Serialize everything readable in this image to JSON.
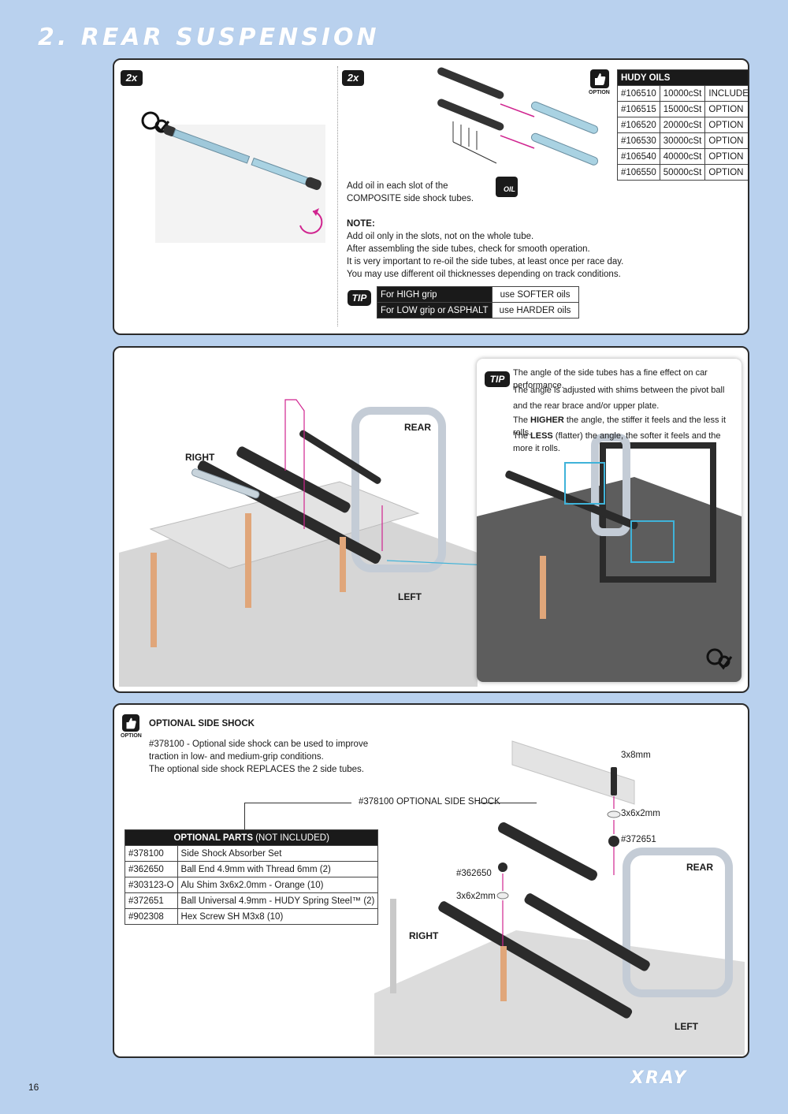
{
  "page": {
    "title": "2. REAR SUSPENSION",
    "page_number": "16",
    "brand": "XRAY"
  },
  "panel1": {
    "left_badge": "2x",
    "right_badge": "2x",
    "oil_label": "OIL",
    "instruction": "Add oil in each slot of the COMPOSITE side shock tubes.",
    "note_title": "NOTE:",
    "note_lines": [
      "Add oil only in the slots, not on the whole tube.",
      "After assembling the side tubes, check for smooth operation.",
      "It is very important to re-oil the side tubes, at least once per race day.",
      "You may use different oil thicknesses depending on track conditions."
    ],
    "tip_label": "TIP",
    "tip_rows": [
      {
        "condition": "For HIGH grip",
        "advice": "use SOFTER oils"
      },
      {
        "condition": "For LOW grip or ASPHALT",
        "advice": "use HARDER oils"
      }
    ],
    "option_label": "OPTION",
    "oils_title": "HUDY OILS",
    "oils": [
      {
        "part": "#106510",
        "visc": "10000cSt",
        "status": "INCLUDED"
      },
      {
        "part": "#106515",
        "visc": "15000cSt",
        "status": "OPTION"
      },
      {
        "part": "#106520",
        "visc": "20000cSt",
        "status": "OPTION"
      },
      {
        "part": "#106530",
        "visc": "30000cSt",
        "status": "OPTION"
      },
      {
        "part": "#106540",
        "visc": "40000cSt",
        "status": "OPTION"
      },
      {
        "part": "#106550",
        "visc": "50000cSt",
        "status": "OPTION"
      }
    ]
  },
  "panel2": {
    "rear_label": "REAR",
    "right_label": "RIGHT",
    "left_label": "LEFT",
    "tip_label": "TIP",
    "tip_line1": "The angle of the side tubes has a fine effect on car performance.",
    "tip_line2": "The angle is adjusted with shims between the pivot ball and the rear brace and/or upper plate.",
    "tip_line3_prefix": "The ",
    "tip_line3_bold": "HIGHER",
    "tip_line3_suffix": " the angle, the stiffer it feels and the less it rolls.",
    "tip_line4_prefix": "The ",
    "tip_line4_bold": "LESS",
    "tip_line4_suffix": " (flatter) the angle, the softer it feels and the more it rolls."
  },
  "panel3": {
    "option_label": "OPTION",
    "title": "OPTIONAL SIDE SHOCK",
    "desc_lines": [
      "#378100 - Optional side shock can be used to improve",
      "traction in low- and medium-grip conditions.",
      "The optional side shock REPLACES the 2 side tubes."
    ],
    "callout_shock": "#378100  OPTIONAL SIDE SHOCK",
    "callout_screw": "3x8mm",
    "callout_shim_top": "3x6x2mm",
    "callout_ball": "#372651",
    "callout_ballend": "#362650",
    "callout_shim_left": "3x6x2mm",
    "rear_label": "REAR",
    "right_label": "RIGHT",
    "left_label": "LEFT",
    "parts_title_bold": "OPTIONAL PARTS",
    "parts_title_rest": " (NOT INCLUDED)",
    "parts": [
      {
        "part": "#378100",
        "desc": "Side Shock Absorber Set"
      },
      {
        "part": "#362650",
        "desc": "Ball End 4.9mm with Thread 6mm (2)"
      },
      {
        "part": "#303123-O",
        "desc": "Alu Shim 3x6x2.0mm - Orange (10)"
      },
      {
        "part": "#372651",
        "desc": "Ball Universal 4.9mm - HUDY Spring Steel™ (2)"
      },
      {
        "part": "#902308",
        "desc": "Hex Screw SH M3x8 (10)"
      }
    ]
  }
}
